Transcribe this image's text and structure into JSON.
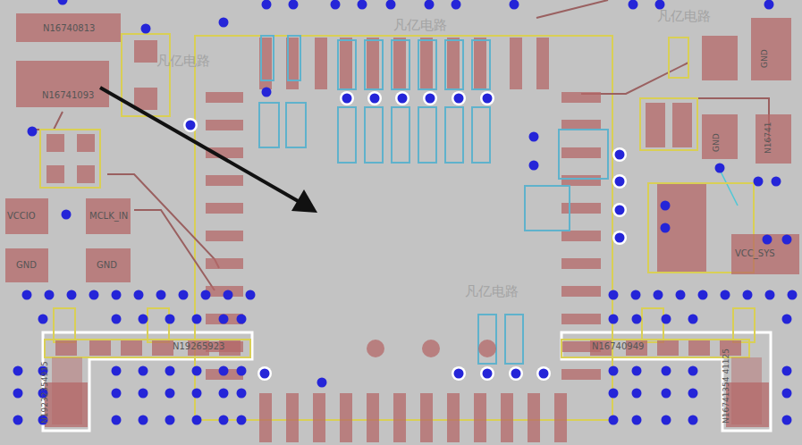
{
  "diagram": {
    "labels": [
      "N16740813",
      "N16741093",
      "VCCIO",
      "MCLK_IN",
      "GND",
      "GND",
      "N19265923",
      "N16740949",
      "N19232354915",
      "N16741354 41125",
      "GND",
      "VCC_SYS",
      "GND",
      "N16741",
      "凡亿电路",
      "凡亿电路",
      "凡亿电路",
      "凡亿电路"
    ]
  }
}
